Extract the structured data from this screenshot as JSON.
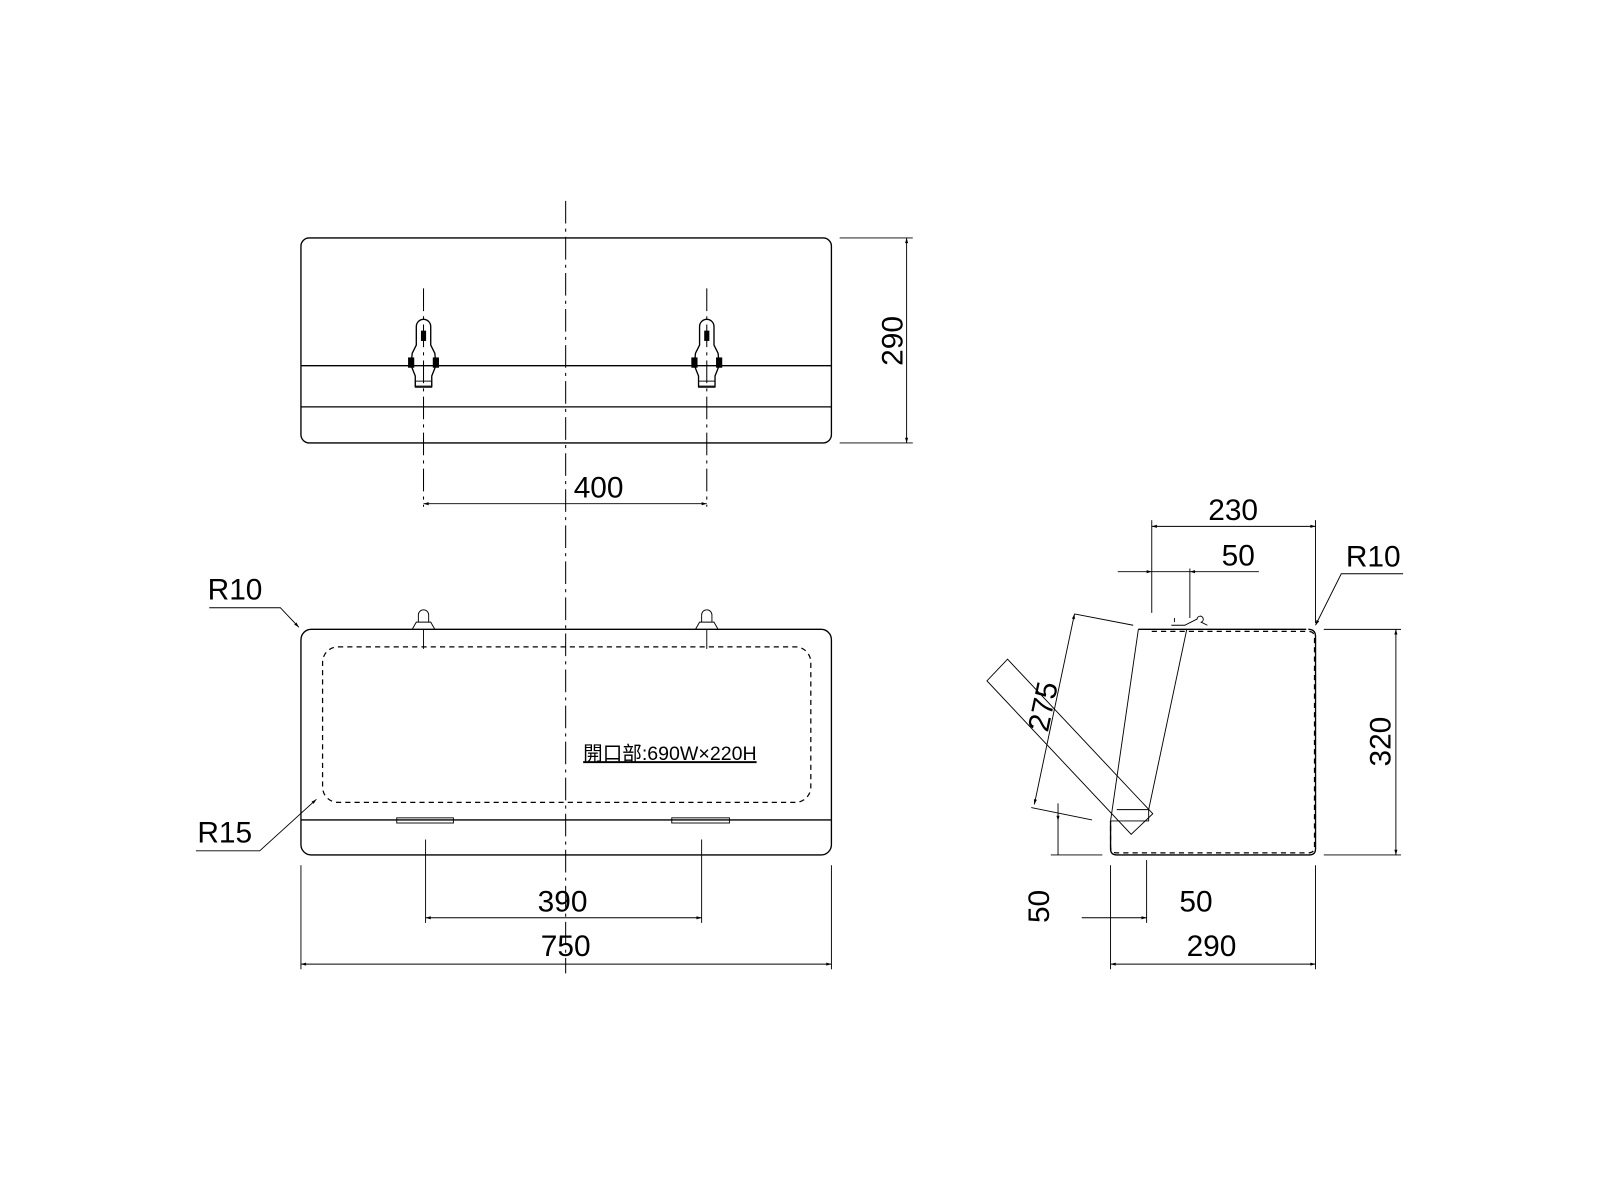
{
  "top_view": {
    "dim_height": "290",
    "dim_hinge_spacing": "400"
  },
  "front_view": {
    "radius_outer": "R10",
    "radius_inner": "R15",
    "opening_label": "開口部:690W×220H",
    "dim_hinge_plate_spacing": "390",
    "dim_width": "750"
  },
  "side_view": {
    "dim_top_depth": "230",
    "dim_top_offset": "50",
    "radius": "R10",
    "dim_height": "320",
    "dim_door_open": "275",
    "dim_bottom_step": "50",
    "dim_bottom_offset": "50",
    "dim_depth": "290"
  }
}
